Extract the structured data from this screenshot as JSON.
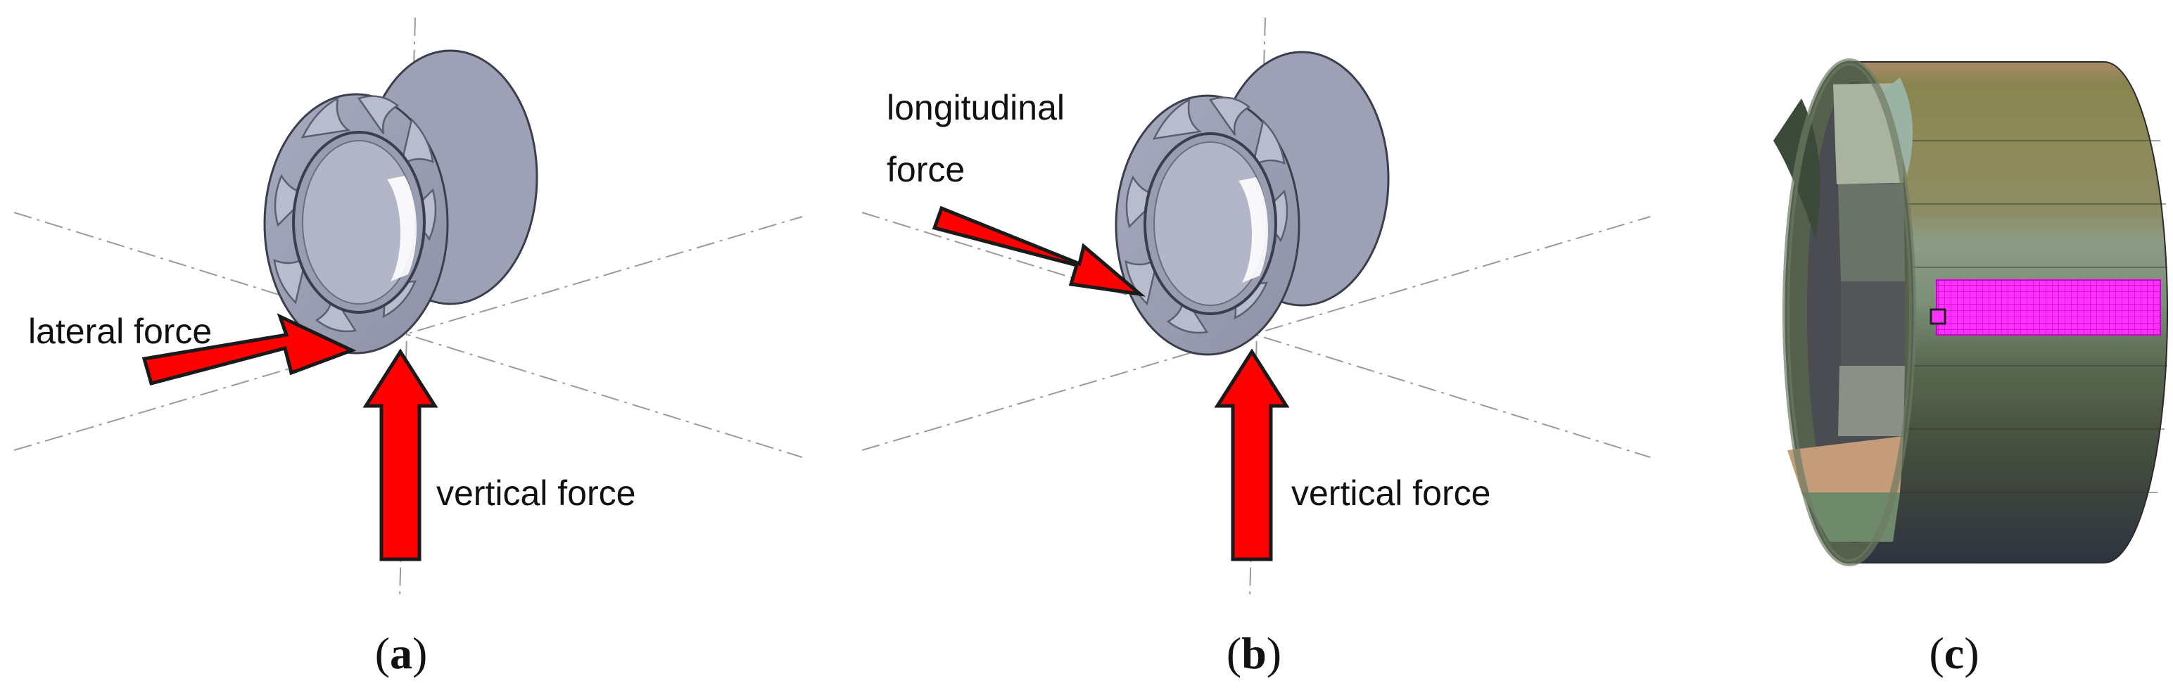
{
  "panels": [
    {
      "id": "a",
      "force_labels": {
        "lateral": "lateral force",
        "vertical": "vertical force"
      },
      "caption": {
        "open": "(",
        "letter": "a",
        "close": ")"
      }
    },
    {
      "id": "b",
      "force_labels": {
        "longitudinal_line1": "longitudinal",
        "longitudinal_line2": "force",
        "vertical": "vertical force"
      },
      "caption": {
        "open": "(",
        "letter": "b",
        "close": ")"
      }
    },
    {
      "id": "c",
      "caption": {
        "open": "(",
        "letter": "c",
        "close": ")"
      }
    }
  ],
  "colors": {
    "bushing_metal": "#9ea1b6",
    "bushing_dark": "#7e8196",
    "bushing_inner": "#b3b6c9",
    "force_arrow": "#ff0000",
    "mesh_highlight": "#ff33ff",
    "fe_bands": [
      "#8a8550",
      "#8d8a5a",
      "#8d8d64",
      "#8c9b86",
      "#7b8f79",
      "#4b5541",
      "#3f463d",
      "#2d3440"
    ]
  },
  "icons": [
    "lateral-force-arrow",
    "vertical-force-arrow",
    "longitudinal-force-arrow"
  ]
}
